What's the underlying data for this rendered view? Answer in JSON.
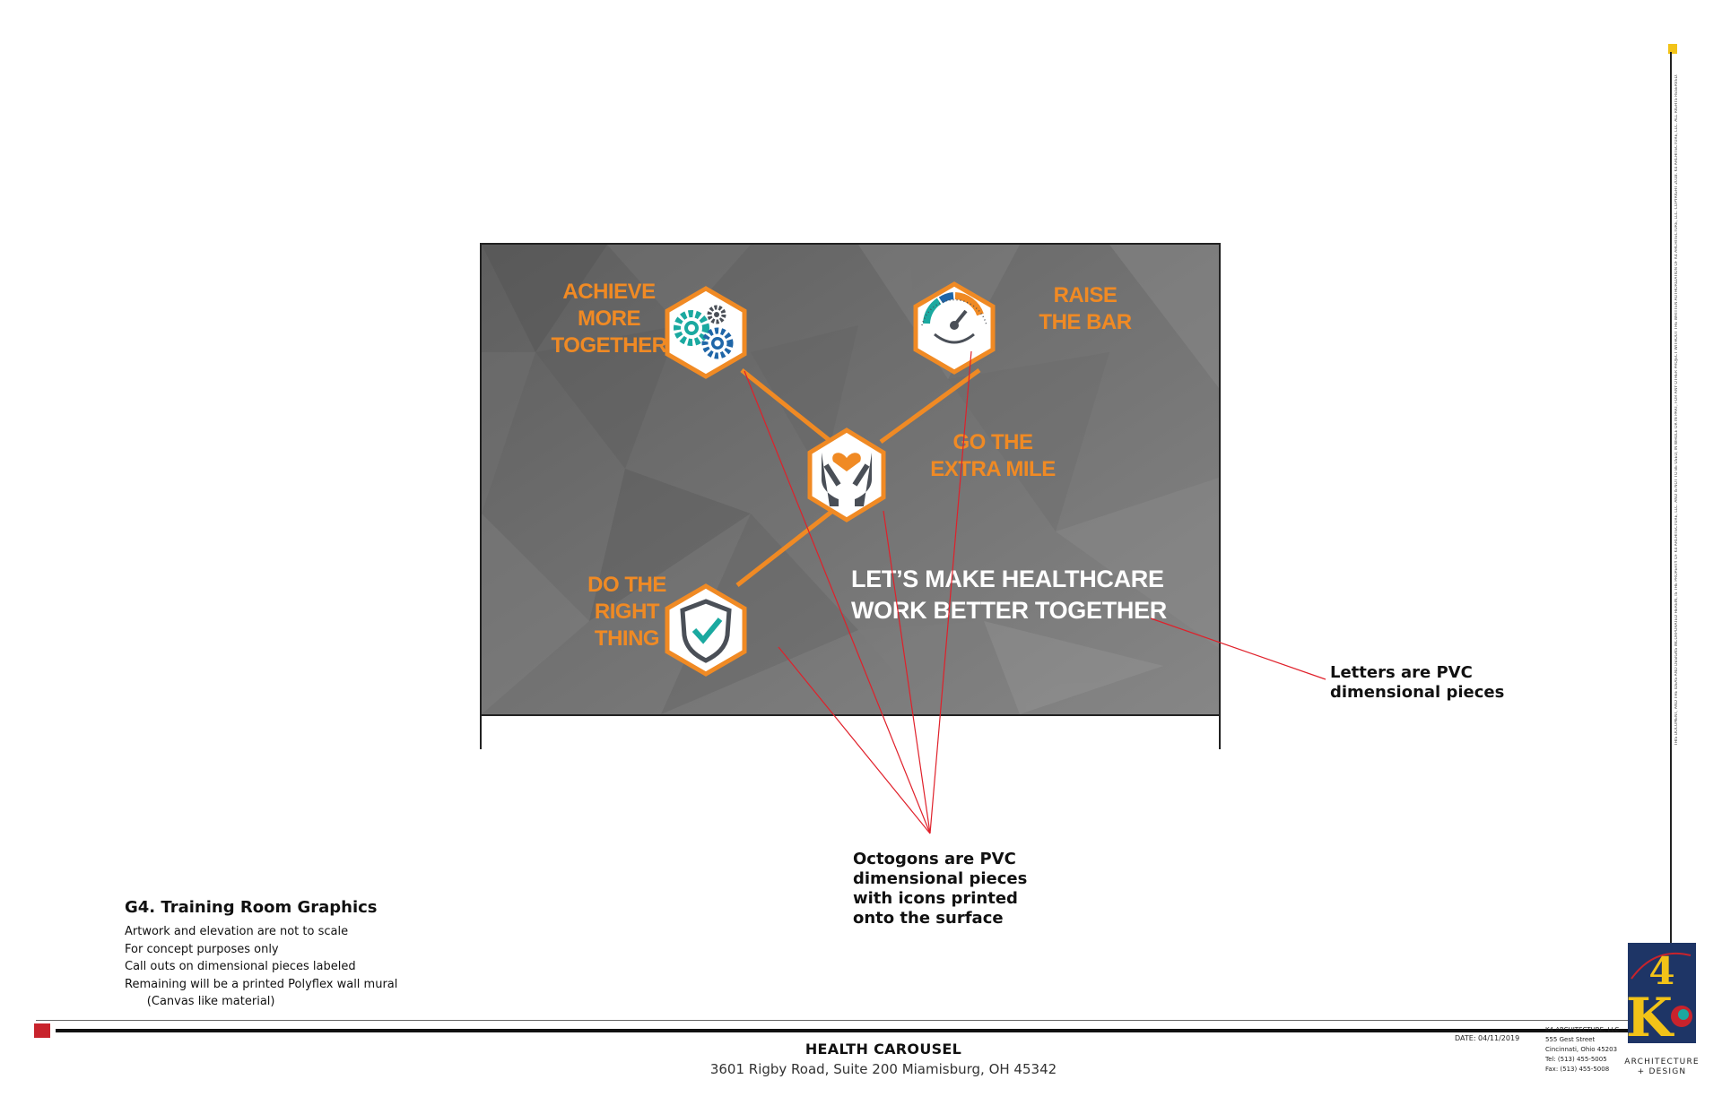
{
  "mural": {
    "values": [
      {
        "id": "achieve",
        "label": "ACHIEVE\nMORE\nTOGETHER",
        "icon": "gears-icon"
      },
      {
        "id": "raise",
        "label": "RAISE\nTHE BAR",
        "icon": "gauge-icon"
      },
      {
        "id": "extra",
        "label": "GO THE\nEXTRA MILE",
        "icon": "caring-hands-icon"
      },
      {
        "id": "right",
        "label": "DO THE\nRIGHT\nTHING",
        "icon": "shield-check-icon"
      }
    ],
    "headline": "LET’S MAKE HEALTHCARE\nWORK BETTER TOGETHER",
    "colors": {
      "accent": "#f08a24",
      "background": "#6a6a6a",
      "teal": "#1aa9a0",
      "blue": "#1f66a8",
      "gray_icon": "#4a4f57",
      "callout_line": "#e0202a"
    }
  },
  "callouts": {
    "letters": "Letters are PVC\ndimensional pieces",
    "octogons": "Octogons are PVC\ndimensional pieces\nwith icons printed\nonto the surface"
  },
  "notes": {
    "title": "G4. Training Room Graphics",
    "lines": [
      "Artwork and elevation are not to scale",
      "For concept purposes only",
      "Call outs on dimensional pieces labeled",
      "Remaining will be a printed Polyflex wall mural",
      "      (Canvas like material)"
    ]
  },
  "title_block": {
    "project_name": "HEALTH CAROUSEL",
    "address": "3601 Rigby Road, Suite 200 Miamisburg, OH 45342",
    "date": "DATE: 04/11/2019",
    "firm": [
      "K4 ARCHITECTURE, LLC",
      "555 Gest Street",
      "Cincinnati, Ohio 45203",
      "Tel: (513) 455-5005",
      "Fax: (513) 455-5008"
    ],
    "logo_caption": "ARCHITECTURE\n+ DESIGN",
    "logo_mark": "K4"
  },
  "disclaimer": "THIS DOCUMENT, AND THE IDEAS AND DESIGNS INCORPORATED HEREIN, IS THE PROPERTY OF K4 ARCHITECTURE, LLC. AND IS NOT TO BE USED, IN WHOLE OR IN PART, FOR ANY OTHER PROJECT WITHOUT THE WRITTEN AUTHORIZATION OF K4 ARCHITECTURE, LLC. COPYRIGHT 2018. K4 ARCHITECTURE, LLC. ALL RIGHTS RESERVED."
}
